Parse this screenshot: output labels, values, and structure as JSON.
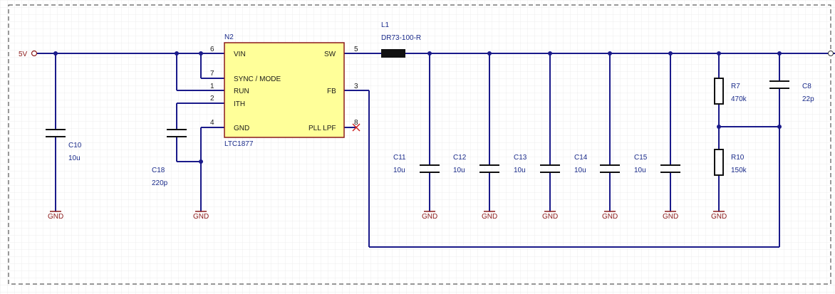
{
  "supply": {
    "net": "5V"
  },
  "ic": {
    "designator": "N2",
    "part": "LTC1877",
    "pins_left": [
      {
        "num": "6",
        "name": "VIN"
      },
      {
        "num": "7",
        "name": "SYNC / MODE"
      },
      {
        "num": "1",
        "name": "RUN"
      },
      {
        "num": "2",
        "name": "ITH"
      },
      {
        "num": "4",
        "name": "GND"
      }
    ],
    "pins_right": [
      {
        "num": "5",
        "name": "SW"
      },
      {
        "num": "3",
        "name": "FB"
      },
      {
        "num": "8",
        "name": "PLL LPF"
      }
    ]
  },
  "inductor": {
    "designator": "L1",
    "value": "DR73-100-R"
  },
  "components": {
    "C10": {
      "designator": "C10",
      "value": "10u"
    },
    "C18": {
      "designator": "C18",
      "value": "220p"
    },
    "C11": {
      "designator": "C11",
      "value": "10u"
    },
    "C12": {
      "designator": "C12",
      "value": "10u"
    },
    "C13": {
      "designator": "C13",
      "value": "10u"
    },
    "C14": {
      "designator": "C14",
      "value": "10u"
    },
    "C15": {
      "designator": "C15",
      "value": "10u"
    },
    "R7": {
      "designator": "R7",
      "value": "470k"
    },
    "R10": {
      "designator": "R10",
      "value": "150k"
    },
    "C8": {
      "designator": "C8",
      "value": "22p"
    }
  },
  "ground_label": "GND",
  "colors": {
    "wire": "#1a1a8a",
    "ic_fill": "#ffff99",
    "ic_border": "#8b1a1a",
    "ground": "#8b1a1a",
    "grid": "#e6e6e6"
  }
}
